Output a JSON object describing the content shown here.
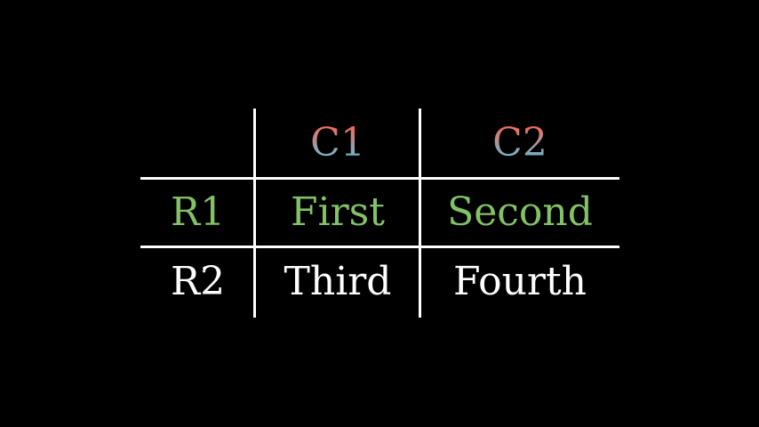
{
  "canvas": {
    "background_color": "#000000",
    "line_color": "#FFFFFF"
  },
  "table": {
    "header": {
      "corner_label": "",
      "cells": [
        {
          "label": "C1"
        },
        {
          "label": "C2"
        }
      ],
      "gradient_top_color": "#FC6255",
      "gradient_bottom_color": "#58C4DD"
    },
    "rows": [
      {
        "label": "R1",
        "cells": [
          "First",
          "Second"
        ],
        "text_color": "#83C167"
      },
      {
        "label": "R2",
        "cells": [
          "Third",
          "Fourth"
        ],
        "text_color": "#FFFFFF"
      }
    ]
  },
  "chart_data": {
    "type": "table",
    "columns": [
      "",
      "C1",
      "C2"
    ],
    "rows": [
      [
        "R1",
        "First",
        "Second"
      ],
      [
        "R2",
        "Third",
        "Fourth"
      ]
    ],
    "title": "",
    "layout": {
      "interior_lines_only": true,
      "background": "#000000",
      "header_text_gradient": [
        "#FC6255",
        "#58C4DD"
      ],
      "row1_text_color": "#83C167",
      "row2_text_color": "#FFFFFF"
    }
  }
}
